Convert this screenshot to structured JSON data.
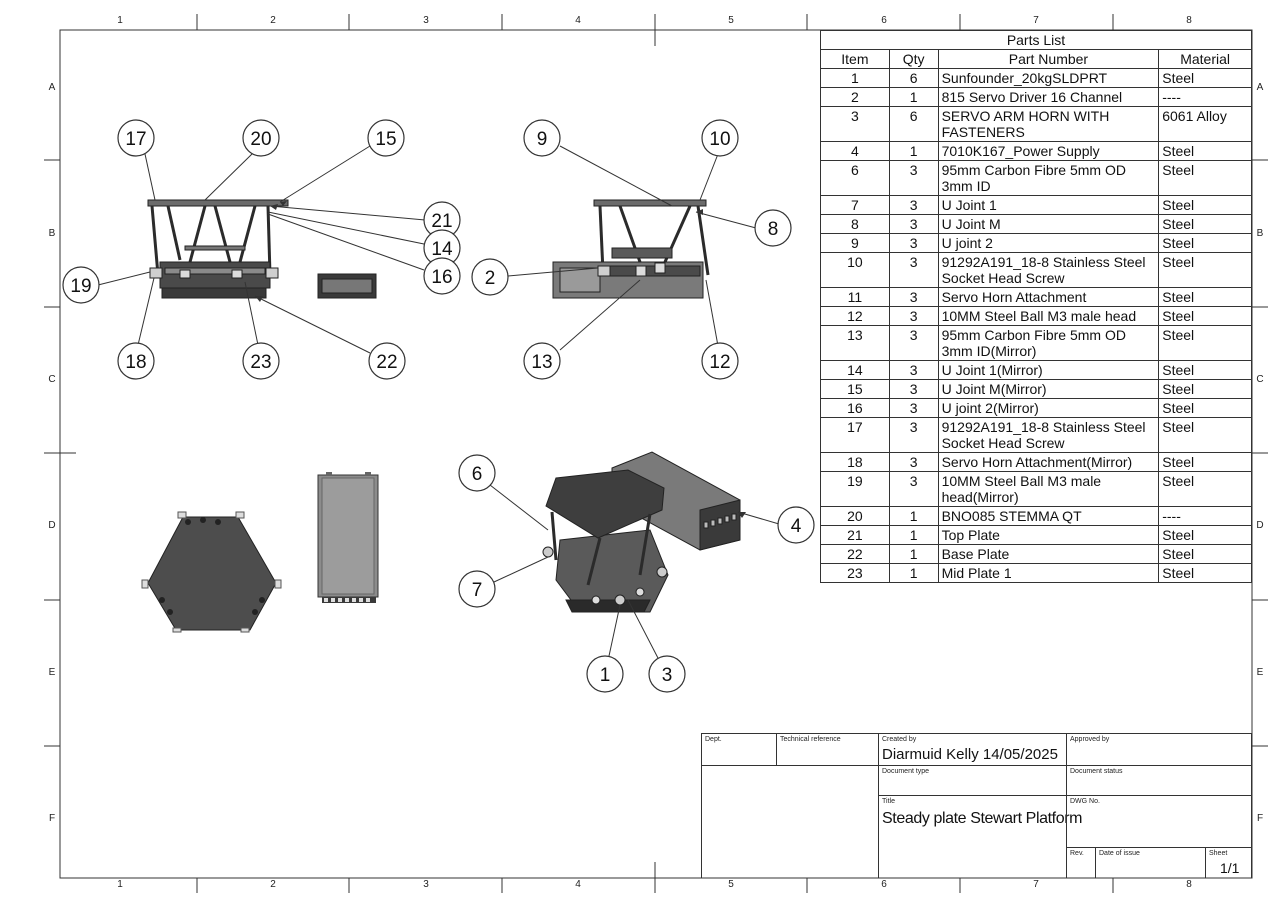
{
  "border": {
    "columns": [
      "1",
      "2",
      "3",
      "4",
      "5",
      "6",
      "7",
      "8"
    ],
    "rows": [
      "A",
      "B",
      "C",
      "D",
      "E",
      "F"
    ]
  },
  "balloons": {
    "front_view": [
      "17",
      "20",
      "15",
      "21",
      "14",
      "16",
      "19",
      "18",
      "23",
      "22"
    ],
    "side_view": [
      "9",
      "10",
      "8",
      "2",
      "13",
      "12"
    ],
    "iso_view": [
      "6",
      "7",
      "4",
      "1",
      "3"
    ]
  },
  "parts_list": {
    "title": "Parts List",
    "headers": [
      "Item",
      "Qty",
      "Part Number",
      "Material"
    ],
    "rows": [
      {
        "item": "1",
        "qty": "6",
        "part": "Sunfounder_20kgSLDPRT",
        "material": "Steel"
      },
      {
        "item": "2",
        "qty": "1",
        "part": "815 Servo Driver 16 Channel",
        "material": "----"
      },
      {
        "item": "3",
        "qty": "6",
        "part": "SERVO ARM HORN WITH FASTENERS",
        "material": "6061 Alloy"
      },
      {
        "item": "4",
        "qty": "1",
        "part": "7010K167_Power Supply",
        "material": "Steel"
      },
      {
        "item": "6",
        "qty": "3",
        "part": "95mm Carbon Fibre 5mm OD 3mm ID",
        "material": "Steel"
      },
      {
        "item": "7",
        "qty": "3",
        "part": "U Joint 1",
        "material": "Steel"
      },
      {
        "item": "8",
        "qty": "3",
        "part": "U Joint M",
        "material": "Steel"
      },
      {
        "item": "9",
        "qty": "3",
        "part": "U joint 2",
        "material": "Steel"
      },
      {
        "item": "10",
        "qty": "3",
        "part": "91292A191_18-8 Stainless Steel Socket Head Screw",
        "material": "Steel"
      },
      {
        "item": "11",
        "qty": "3",
        "part": "Servo Horn Attachment",
        "material": "Steel"
      },
      {
        "item": "12",
        "qty": "3",
        "part": "10MM Steel Ball M3 male head",
        "material": "Steel"
      },
      {
        "item": "13",
        "qty": "3",
        "part": "95mm Carbon Fibre 5mm OD 3mm ID(Mirror)",
        "material": "Steel"
      },
      {
        "item": "14",
        "qty": "3",
        "part": "U Joint 1(Mirror)",
        "material": "Steel"
      },
      {
        "item": "15",
        "qty": "3",
        "part": "U Joint M(Mirror)",
        "material": "Steel"
      },
      {
        "item": "16",
        "qty": "3",
        "part": "U joint 2(Mirror)",
        "material": "Steel"
      },
      {
        "item": "17",
        "qty": "3",
        "part": "91292A191_18-8 Stainless Steel Socket Head Screw",
        "material": "Steel"
      },
      {
        "item": "18",
        "qty": "3",
        "part": "Servo Horn Attachment(Mirror)",
        "material": "Steel"
      },
      {
        "item": "19",
        "qty": "3",
        "part": "10MM Steel Ball M3 male head(Mirror)",
        "material": "Steel"
      },
      {
        "item": "20",
        "qty": "1",
        "part": "BNO085 STEMMA QT",
        "material": "----"
      },
      {
        "item": "21",
        "qty": "1",
        "part": "Top Plate",
        "material": "Steel"
      },
      {
        "item": "22",
        "qty": "1",
        "part": "Base Plate",
        "material": "Steel"
      },
      {
        "item": "23",
        "qty": "1",
        "part": "Mid Plate 1",
        "material": "Steel"
      }
    ]
  },
  "title_block": {
    "dept_label": "Dept.",
    "tech_ref_label": "Technical reference",
    "created_by_label": "Created by",
    "created_by": "Diarmuid Kelly  14/05/2025",
    "approved_by_label": "Approved by",
    "doc_type_label": "Document type",
    "doc_status_label": "Document status",
    "title_label": "Title",
    "title": "Steady plate Stewart Platform",
    "dwg_no_label": "DWG No.",
    "rev_label": "Rev.",
    "date_issue_label": "Date of issue",
    "sheet_label": "Sheet",
    "sheet": "1/1"
  },
  "colors": {
    "line": "#333333",
    "part_dark": "#3a3a3a",
    "part_mid": "#6b6b6b",
    "part_light": "#a9a9a9"
  }
}
